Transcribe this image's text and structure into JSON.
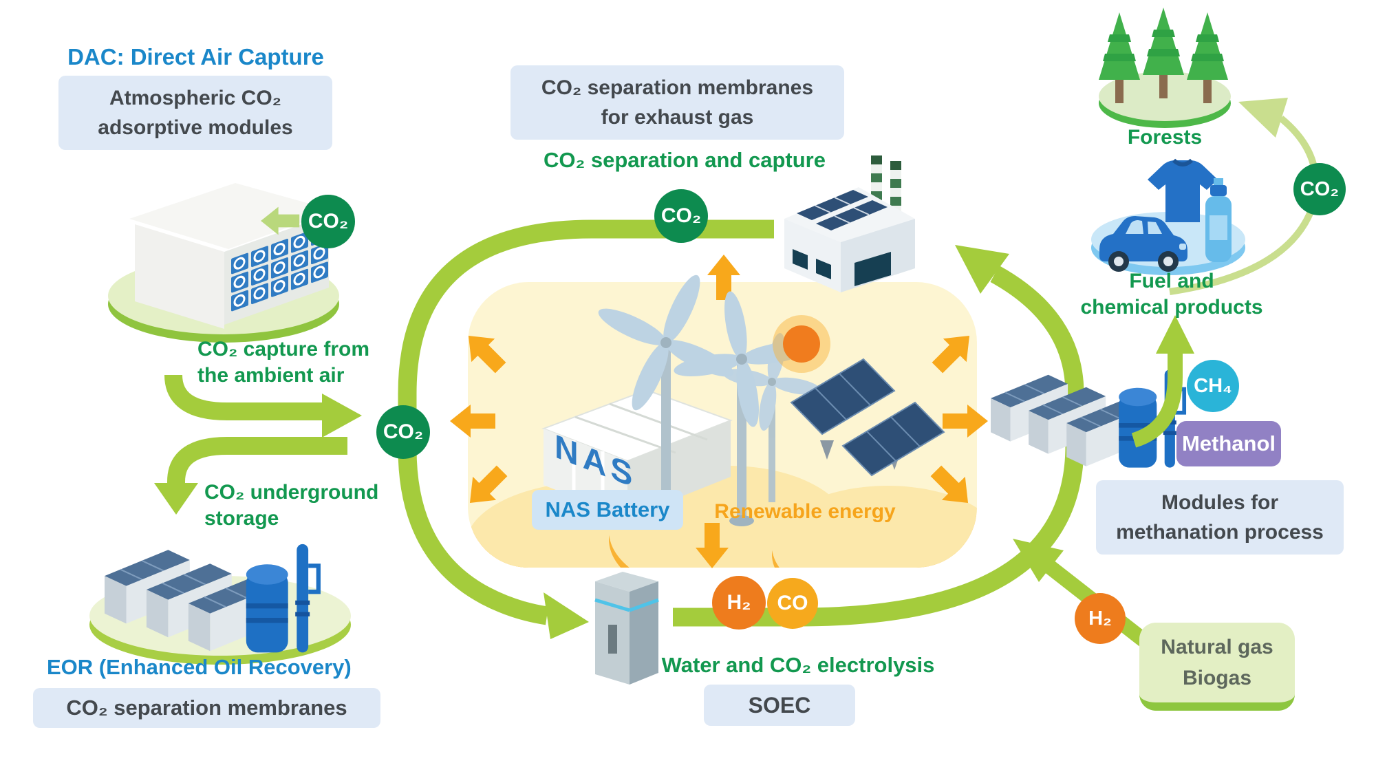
{
  "labels": {
    "dac_title": "DAC: Direct Air Capture",
    "atmo1": "Atmospheric CO₂",
    "atmo2": "adsorptive modules",
    "cap1": "CO₂ capture from",
    "cap2": "the ambient air",
    "und1": "CO₂ underground",
    "und2": "storage",
    "eor": "EOR (Enhanced Oil Recovery)",
    "membranes": "CO₂ separation membranes",
    "exh1": "CO₂ separation membranes",
    "exh2": "for exhaust gas",
    "sep_capture": "CO₂ separation and capture",
    "nas_battery": "NAS Battery",
    "nas_logo": "NAS",
    "renewable": "Renewable energy",
    "electrolysis": "Water and CO₂ electrolysis",
    "soec": "SOEC",
    "methanol": "Methanol",
    "mod1": "Modules for",
    "mod2": "methanation process",
    "forests": "Forests",
    "fuel1": "Fuel and",
    "fuel2": "chemical products",
    "nat1": "Natural gas",
    "nat2": "Biogas"
  },
  "badges": {
    "co2": "CO₂",
    "h2": "H₂",
    "co": "CO",
    "ch4": "CH₄"
  },
  "colors": {
    "heading_blue": "#1a87c9",
    "label_green": "#12984f",
    "label_orange": "#f6a41b",
    "box_blue": "#dfe9f6",
    "ring_green": "#a4cc3c",
    "co2_badge": "#0d8b4f",
    "h2_badge": "#ee7c1d",
    "co_badge": "#f6a91d",
    "ch4_badge": "#2ab4d8",
    "methanol_purple": "#9181c4",
    "natural_box": "#e3efc4",
    "panel_yellow": "#fdf5d2",
    "orange_arrow": "#f8a81b"
  }
}
